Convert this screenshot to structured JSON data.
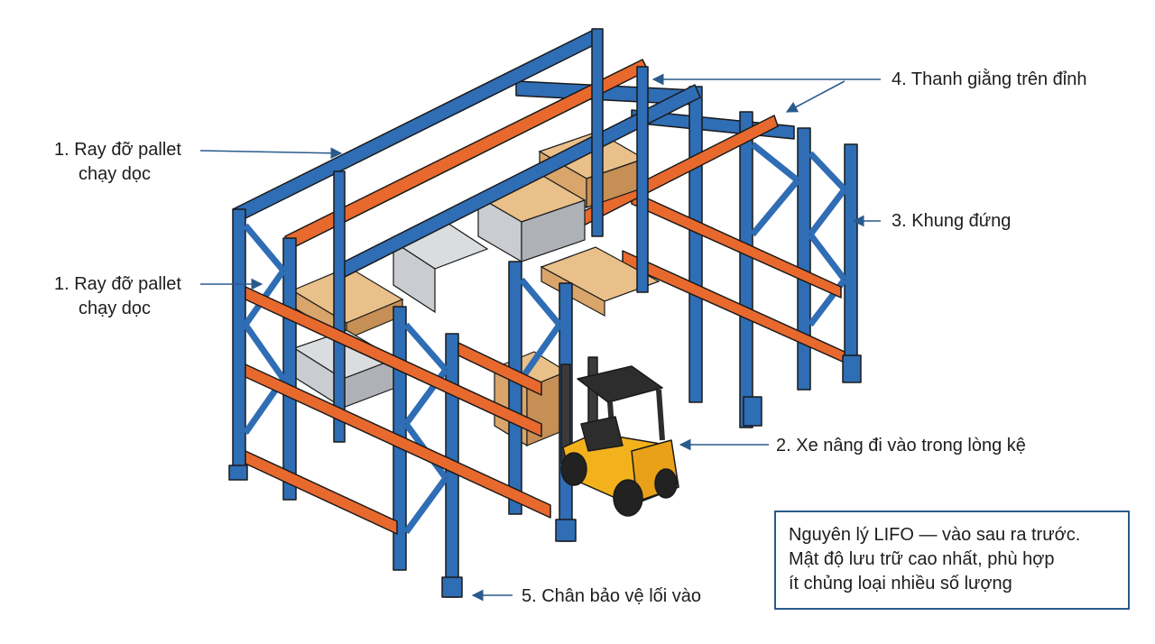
{
  "labels": {
    "rail_top": {
      "line1": "1. Ray đỡ pallet",
      "line2": "chạy dọc"
    },
    "rail_bottom": {
      "line1": "1. Ray đỡ pallet",
      "line2": "chạy dọc"
    },
    "forklift": "2. Xe nâng đi vào trong lòng kệ",
    "upright_frame": "3. Khung đứng",
    "top_tie": "4. Thanh giằng trên đỉnh",
    "entry_guard": "5. Chân bảo vệ lối vào"
  },
  "note": {
    "line1": "Nguyên lý LIFO — vào sau ra trước.",
    "line2": "Mật độ lưu trữ cao nhất, phù hợp",
    "line3": "ít chủng loại nhiều số lượng"
  },
  "colors": {
    "frame_blue": "#2f6db5",
    "beam_orange": "#e8692e",
    "pallet_wood": "#e9c08a",
    "load_grey": "#c9ccd0",
    "forklift_yellow": "#f3b21c",
    "callout_line": "#2b5a8c",
    "outline": "#1a1a1a"
  }
}
